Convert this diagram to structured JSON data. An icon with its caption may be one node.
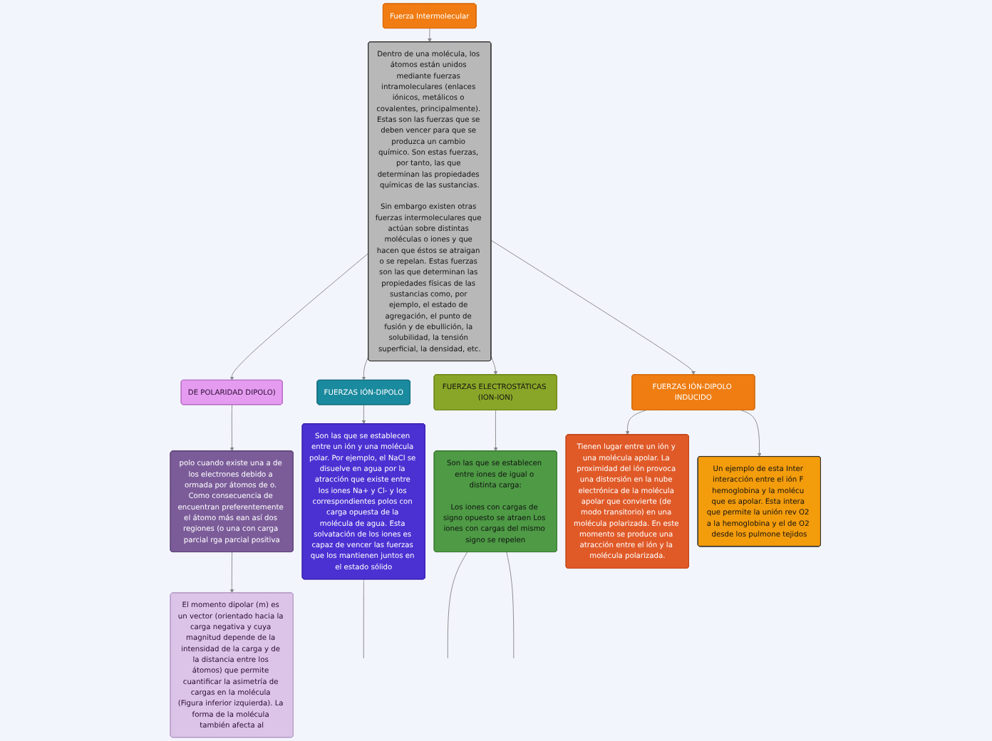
{
  "diagram": {
    "nodes": [
      {
        "text": [
          "Fuerza Intermolecular"
        ]
      },
      {
        "text": [
          "Dentro de una molécula, los átomos están unidos mediante fuerzas intramoleculares (enlaces iónicos, metálicos o covalentes, principalmente). Estas son las fuerzas que se deben vencer para que se produzca un cambio químico. Son estas fuerzas, por tanto, las que determinan las propiedades químicas de las sustancias.",
          "Sin embargo existen otras fuerzas intermoleculares que actúan sobre distintas moléculas o iones y que hacen que éstos se atraigan o se repelan. Estas fuerzas son las que determinan las propiedades físicas de las sustancias como, por ejemplo, el estado de agregación, el punto de fusión y de ebullición, la solubilidad, la tensión superficial, la densidad, etc."
        ]
      },
      {
        "text": [
          "DE POLARIDAD DIPOLO)"
        ]
      },
      {
        "text": [
          "polo cuando existe una a de los electrones debido a ormada por átomos de o. Como consecuencia de encuentran preferentemente el átomo más ean así dos regiones (o una con carga parcial rga parcial positiva"
        ]
      },
      {
        "text": [
          "El momento dipolar (m) es un vector (orientado hacia la carga negativa y cuya magnitud depende de la intensidad de la carga y de la distancia entre los átomos) que permite cuantificar la asimetría de cargas en la molécula (Figura inferior izquierda). La forma de la molécula también afecta al"
        ]
      },
      {
        "text": [
          "FUERZAS IÓN-DIPOLO"
        ]
      },
      {
        "text": [
          "Son las que se establecen entre un ión y una molécula polar. Por ejemplo, el NaCl se disuelve en agua por la atracción que existe entre los iones Na+ y Cl- y los correspondientes polos con carga opuesta de la molécula de agua. Esta solvatación de los iones es capaz de vencer las fuerzas que los mantienen juntos en el estado sólido"
        ]
      },
      {
        "text": [
          "FUERZAS ELECTROSTÁTICAS (ION-ION)"
        ]
      },
      {
        "text": [
          "Son las que se establecen entre iones de igual o distinta carga:",
          "Los iones con cargas de signo opuesto se atraen Los iones con cargas del mismo signo se repelen"
        ]
      },
      {
        "text": [
          "FUERZAS IÓN-DIPOLO INDUCIDO"
        ]
      },
      {
        "text": [
          "Tienen lugar entre un ión y una molécula apolar. La proximidad del ión provoca una distorsión en la nube electrónica de la molécula apolar que convierte (de modo transitorio) en una molécula polarizada. En este momento se produce una atracción entre el ión y la molécula polarizada."
        ]
      },
      {
        "text": [
          "Un ejemplo de esta Inter interacción entre el ión F hemoglobina y la molécu que es apolar. Esta intera que permite la unión rev O2 a la hemoglobina y el de O2 desde los pulmone tejidos"
        ]
      }
    ],
    "edges": [
      {
        "from": 0,
        "to": 1,
        "arrow": "to"
      },
      {
        "from": 1,
        "to": 2,
        "arrow": "to"
      },
      {
        "from": 2,
        "to": 3,
        "arrow": "to"
      },
      {
        "from": 3,
        "to": 4,
        "arrow": "to"
      },
      {
        "from": 1,
        "to": 5,
        "arrow": "to"
      },
      {
        "from": 5,
        "to": 6,
        "arrow": "to"
      },
      {
        "from": 1,
        "to": 7,
        "arrow": "to"
      },
      {
        "from": 7,
        "to": 8,
        "arrow": "to"
      },
      {
        "from": 1,
        "to": 9,
        "arrow": "to"
      },
      {
        "from": 9,
        "to": 10,
        "arrow": "to"
      },
      {
        "from": 9,
        "to": 11,
        "arrow": "to"
      },
      {
        "from": 6,
        "to": null,
        "arrow": "none"
      },
      {
        "from": 8,
        "to": null,
        "arrow": "none"
      },
      {
        "from": 8,
        "to": null,
        "arrow": "none"
      }
    ]
  }
}
